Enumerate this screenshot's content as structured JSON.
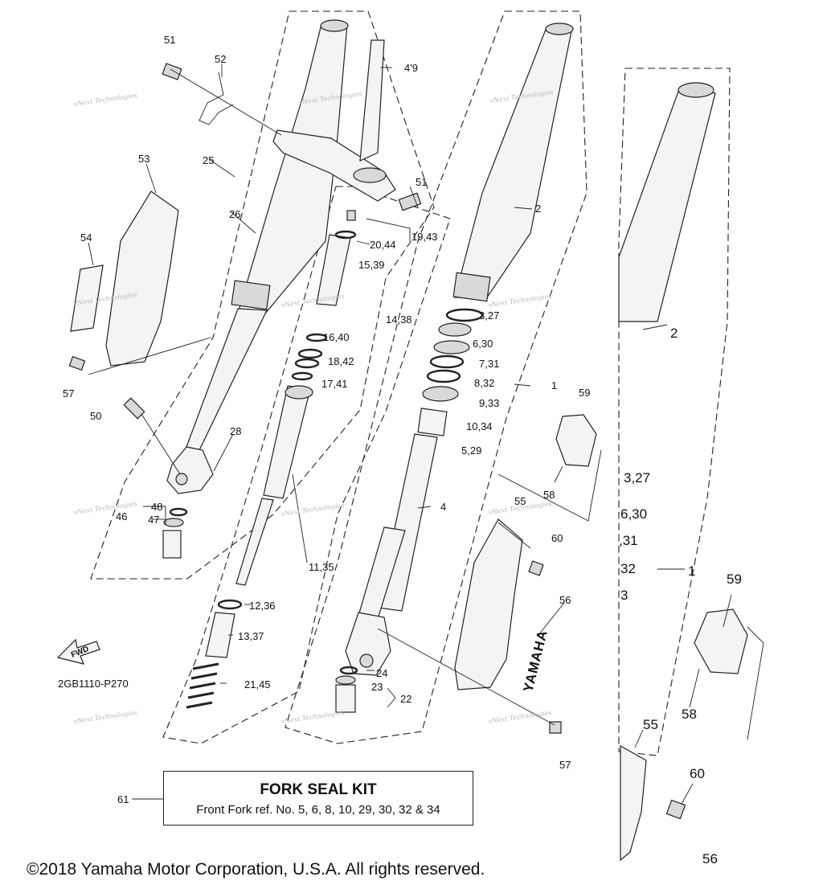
{
  "kit": {
    "ref": "61",
    "title": "FORK SEAL KIT",
    "subtitle": "Front Fork ref. No. 5, 6, 8, 10, 29, 30, 32 & 34"
  },
  "copyright": "©2018 Yamaha Motor Corporation, U.S.A. All rights reserved.",
  "diagram_code": "2GB1110-P270",
  "fwd_label": "FWD",
  "brand_mark": "YAMAHA",
  "watermark": "vNext Technologies",
  "callouts": [
    "51",
    "52",
    "4'9",
    "53",
    "25",
    "51",
    "54",
    "26",
    "2",
    "20,44",
    "19,43",
    "15,39",
    "14,38",
    "3,27",
    "2",
    "16,40",
    "6,30",
    "18,42",
    "7,31",
    "57",
    "17,41",
    "8,32",
    "1",
    "9,33",
    "59",
    "50",
    "10,34",
    "28",
    "5,29",
    "3,27",
    "58",
    "48",
    "55",
    "4",
    "6,30",
    "47",
    "46",
    "60",
    ",31",
    "11,35",
    "32",
    "1",
    "59",
    "12,36",
    "3",
    "56",
    "13,37",
    "24",
    "21,45",
    "23",
    "22",
    "58",
    "55",
    "57",
    "60",
    "56"
  ],
  "colors": {
    "line": "#222222",
    "fill": "#f4f4f4",
    "watermark": "#b8b8b8"
  }
}
